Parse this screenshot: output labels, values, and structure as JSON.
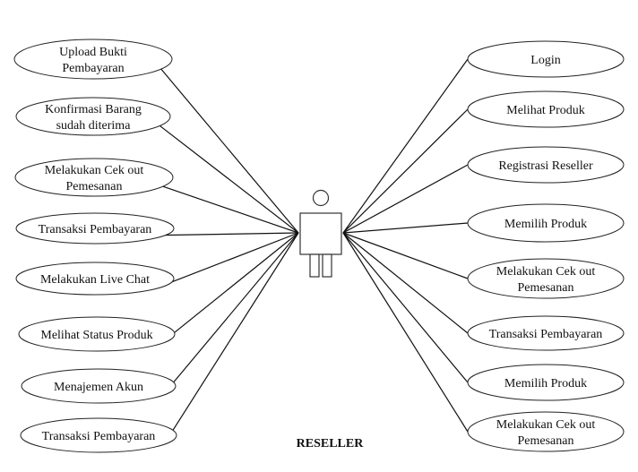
{
  "actor": {
    "name": "RESELLER"
  },
  "use_cases_left": [
    {
      "lines": [
        "Upload Bukti",
        "Pembayaran"
      ]
    },
    {
      "lines": [
        "Konfirmasi Barang",
        "sudah diterima"
      ]
    },
    {
      "lines": [
        "Melakukan Cek out",
        "Pemesanan"
      ]
    },
    {
      "lines": [
        "Transaksi Pembayaran"
      ]
    },
    {
      "lines": [
        "Melakukan Live Chat"
      ]
    },
    {
      "lines": [
        "Melihat Status Produk"
      ]
    },
    {
      "lines": [
        "Menajemen Akun"
      ]
    },
    {
      "lines": [
        "Transaksi Pembayaran"
      ]
    }
  ],
  "use_cases_right": [
    {
      "lines": [
        "Login"
      ]
    },
    {
      "lines": [
        "Melihat Produk"
      ]
    },
    {
      "lines": [
        "Registrasi Reseller"
      ]
    },
    {
      "lines": [
        "Memilih Produk"
      ]
    },
    {
      "lines": [
        "Melakukan Cek out",
        "Pemesanan"
      ]
    },
    {
      "lines": [
        "Transaksi Pembayaran"
      ]
    },
    {
      "lines": [
        "Memilih Produk"
      ]
    },
    {
      "lines": [
        "Melakukan Cek out",
        "Pemesanan"
      ]
    }
  ]
}
